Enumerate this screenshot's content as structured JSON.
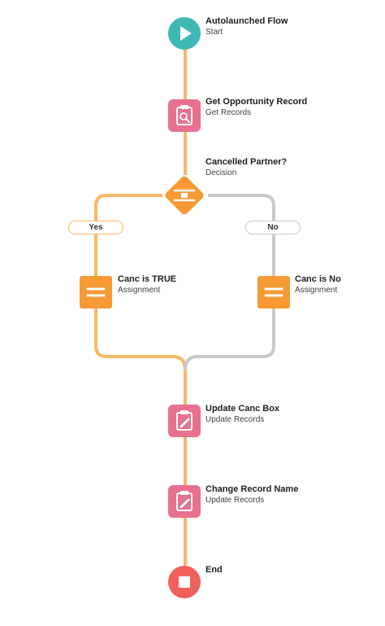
{
  "nodes": {
    "start": {
      "title": "Autolaunched Flow",
      "subtitle": "Start",
      "icon": "play-icon",
      "color": "#3fb8b3"
    },
    "get_opportunity": {
      "title": "Get Opportunity Record",
      "subtitle": "Get Records",
      "icon": "clipboard-search-icon",
      "color": "#e8718f"
    },
    "decision": {
      "title": "Cancelled Partner?",
      "subtitle": "Decision",
      "icon": "decision-icon",
      "color": "#f79a34"
    },
    "canc_true": {
      "title": "Canc is TRUE",
      "subtitle": "Assignment",
      "icon": "assignment-icon",
      "color": "#f79a34"
    },
    "canc_no": {
      "title": "Canc is No",
      "subtitle": "Assignment",
      "icon": "assignment-icon",
      "color": "#f79a34"
    },
    "update_canc": {
      "title": "Update Canc Box",
      "subtitle": "Update Records",
      "icon": "clipboard-pencil-icon",
      "color": "#e8718f"
    },
    "change_name": {
      "title": "Change Record Name",
      "subtitle": "Update Records",
      "icon": "clipboard-pencil-icon",
      "color": "#e8718f"
    },
    "end": {
      "title": "End",
      "icon": "stop-icon",
      "color": "#f0605a"
    }
  },
  "outcomes": {
    "yes": {
      "label": "Yes",
      "color": "#f9b764"
    },
    "no": {
      "label": "No",
      "color": "#c9c9c9"
    }
  },
  "connector_color": "#f9b764",
  "default_connector_color": "#c9c9c9"
}
